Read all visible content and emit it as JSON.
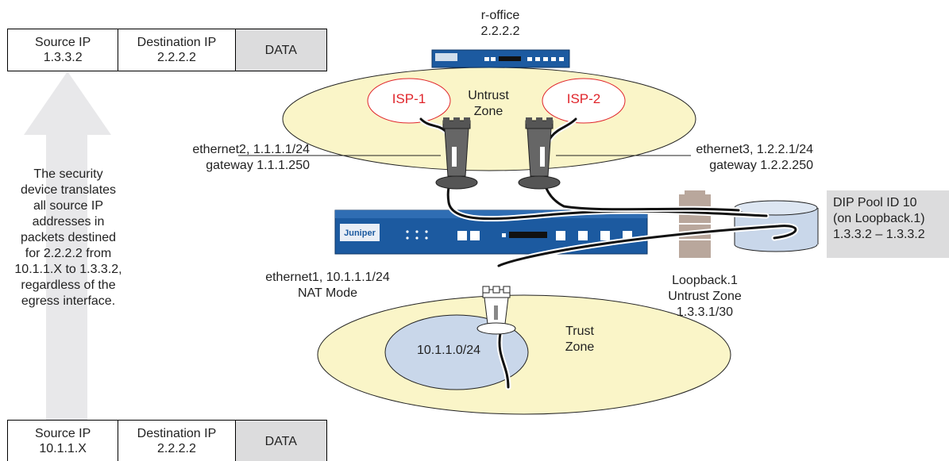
{
  "top_packet": {
    "src_label": "Source IP",
    "src_value": "1.3.3.2",
    "dst_label": "Destination IP",
    "dst_value": "2.2.2.2",
    "data_label": "DATA"
  },
  "bottom_packet": {
    "src_label": "Source IP",
    "src_value": "10.1.1.X",
    "dst_label": "Destination IP",
    "dst_value": "2.2.2.2",
    "data_label": "DATA"
  },
  "description": [
    "The security",
    "device translates",
    "all source IP",
    "addresses in",
    "packets destined",
    "for 2.2.2.2 from",
    "10.1.1.X to 1.3.3.2,",
    "regardless of the",
    "egress interface."
  ],
  "r_office": {
    "name": "r-office",
    "ip": "2.2.2.2"
  },
  "untrust_zone": {
    "line1": "Untrust",
    "line2": "Zone"
  },
  "isp1": "ISP-1",
  "isp2": "ISP-2",
  "eth2": {
    "line1": "ethernet2, 1.1.1.1/24",
    "line2": "gateway 1.1.1.250"
  },
  "eth3": {
    "line1": "ethernet3, 1.2.2.1/24",
    "line2": "gateway 1.2.2.250"
  },
  "device_brand": "Juniper",
  "dip_pool": {
    "line1": "DIP Pool ID 10",
    "line2": "(on Loopback.1)",
    "line3": "1.3.3.2 – 1.3.3.2"
  },
  "eth1": {
    "line1": "ethernet1, 10.1.1.1/24",
    "line2": "NAT Mode"
  },
  "loopback": {
    "line1": "Loopback.1",
    "line2": "Untrust Zone",
    "line3": "1.3.3.1/30"
  },
  "trust_zone": {
    "line1": "Trust",
    "line2": "Zone"
  },
  "subnet": "10.1.1.0/24",
  "colors": {
    "zone_fill": "#faf5c8",
    "subnet_fill": "#c9d7ea",
    "device_blue": "#1c5aa0",
    "isp_text": "#e0252b",
    "arrow_gray": "#e8e8ea",
    "loopback_brown": "#b9a79c"
  }
}
